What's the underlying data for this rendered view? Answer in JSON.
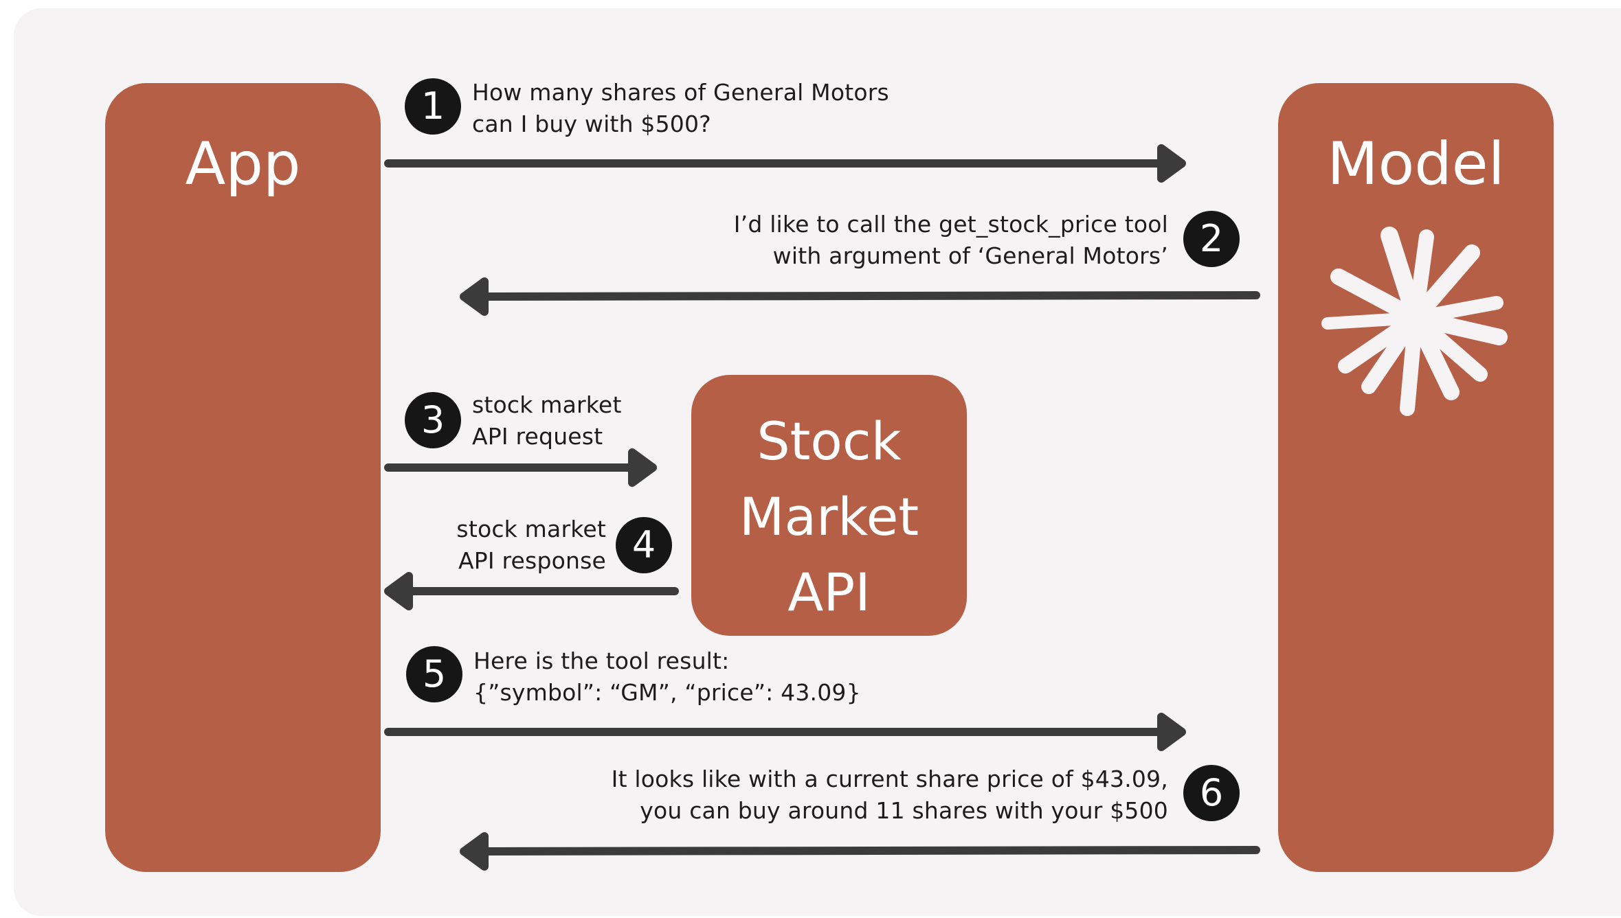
{
  "colors": {
    "accent": "#b55f47",
    "background": "#f5f3f3",
    "arrow": "#3b3b3b",
    "badge": "#161616"
  },
  "actors": {
    "app": "App",
    "model": "Model",
    "api": "Stock\nMarket\nAPI"
  },
  "model_logo": "sparkle-icon",
  "steps": [
    {
      "number": "1",
      "text": "How many shares of General Motors\ncan I buy with $500?",
      "direction": "app-to-model"
    },
    {
      "number": "2",
      "text": "I’d like to call the get_stock_price tool\nwith argument of ‘General Motors’",
      "direction": "model-to-app"
    },
    {
      "number": "3",
      "text": "stock market\nAPI request",
      "direction": "app-to-api"
    },
    {
      "number": "4",
      "text": "stock market\nAPI response",
      "direction": "api-to-app"
    },
    {
      "number": "5",
      "text": "Here is the tool result:\n{”symbol”: “GM”, “price”: 43.09}",
      "direction": "app-to-model"
    },
    {
      "number": "6",
      "text": "It looks like with a current share price of $43.09,\nyou can buy around 11 shares with your $500",
      "direction": "model-to-app"
    }
  ]
}
